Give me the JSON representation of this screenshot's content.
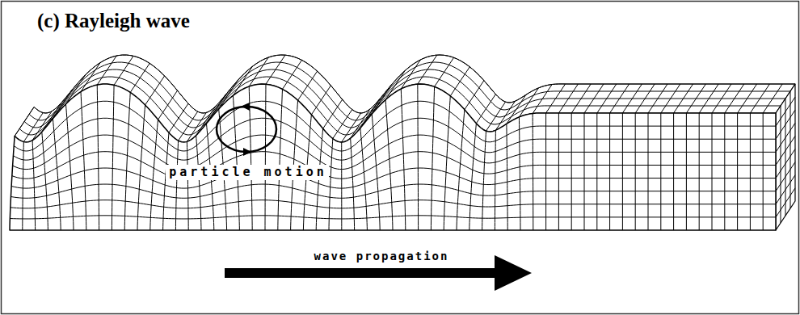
{
  "diagram": {
    "title": "(c) Rayleigh wave",
    "labels": [
      "particle motion",
      "wave propagation"
    ]
  }
}
